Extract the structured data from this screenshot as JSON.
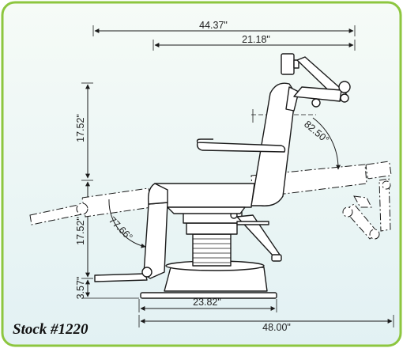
{
  "background": {
    "panel_fill": "#eef7f1",
    "border_color": "#8dc63f"
  },
  "dimensions": {
    "overall_top": "44.37\"",
    "headrest_span": "21.18\"",
    "back_height": "17.52\"",
    "seat_height": "17.52\"",
    "base_height": "3.57\"",
    "base_width": "23.82\"",
    "overall_bottom": "48.00\"",
    "recline_angle": "82.50°",
    "legrest_angle": "77.66°"
  },
  "caption": {
    "stock_label": "Stock #1220"
  }
}
